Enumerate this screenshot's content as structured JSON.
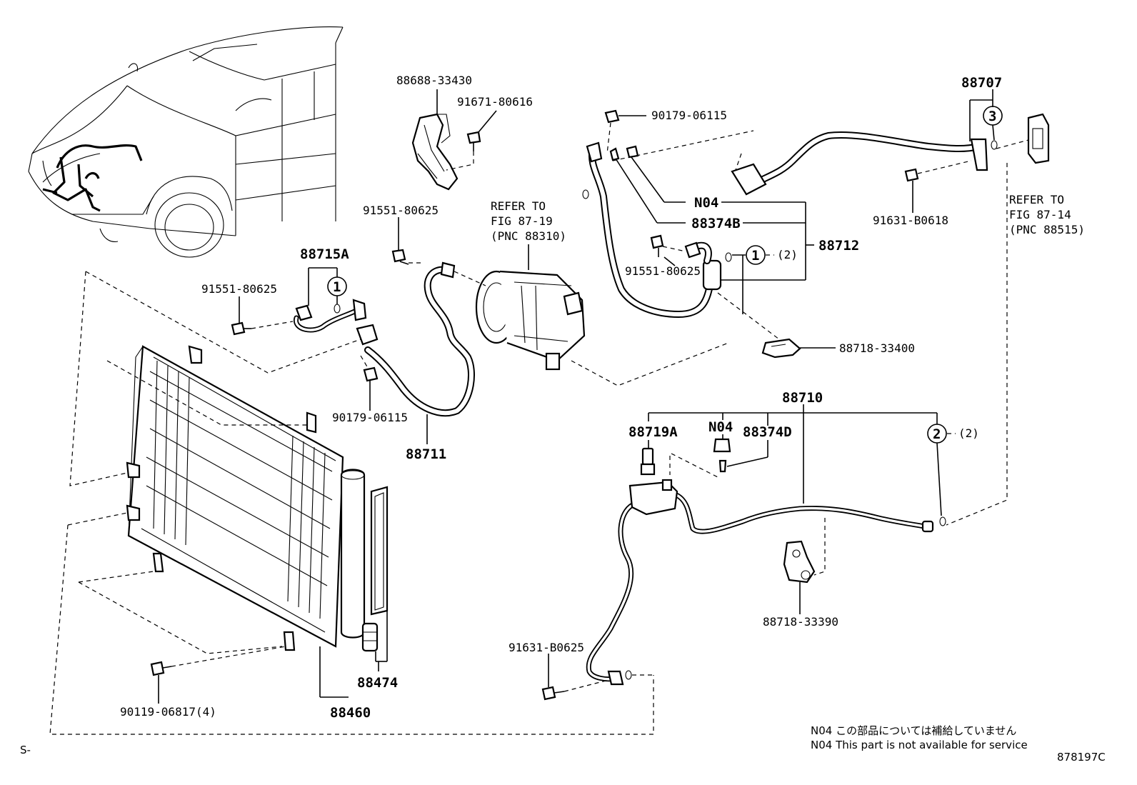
{
  "labels": {
    "p88688": "88688-33430",
    "p91671": "91671-80616",
    "p90179_top": "90179-06115",
    "p88707": "88707",
    "p91631_b0618": "91631-B0618",
    "ref_8714_l1": "REFER TO",
    "ref_8714_l2": "FIG 87-14",
    "ref_8714_l3": "(PNC 88515)",
    "ref_8719_l1": "REFER TO",
    "ref_8719_l2": "FIG 87-19",
    "ref_8719_l3": "(PNC 88310)",
    "p91551_mid": "91551-80625",
    "p91551_left": "91551-80625",
    "p91551_right": "91551-80625",
    "n04_top": "N04",
    "p88374b": "88374B",
    "p88712": "88712",
    "qty2_top": "(2)",
    "p88715a": "88715A",
    "p90179_mid": "90179-06115",
    "p88711": "88711",
    "p88718_33400": "88718-33400",
    "p88710": "88710",
    "p88719a": "88719A",
    "n04_mid": "N04",
    "p88374d": "88374D",
    "qty2_bottom": "(2)",
    "p88718_33390": "88718-33390",
    "p91631_b0625": "91631-B0625",
    "p88474": "88474",
    "p88460": "88460",
    "p90119": "90119-06817(4)"
  },
  "callouts": {
    "c3": "3",
    "c1_left": "1",
    "c1_right": "1",
    "c2": "2"
  },
  "notes": {
    "note_jp": "N04 この部品については補給していません",
    "note_en": "N04 This part is not available for service",
    "corner_left": "S-",
    "figure_code": "878197C"
  }
}
